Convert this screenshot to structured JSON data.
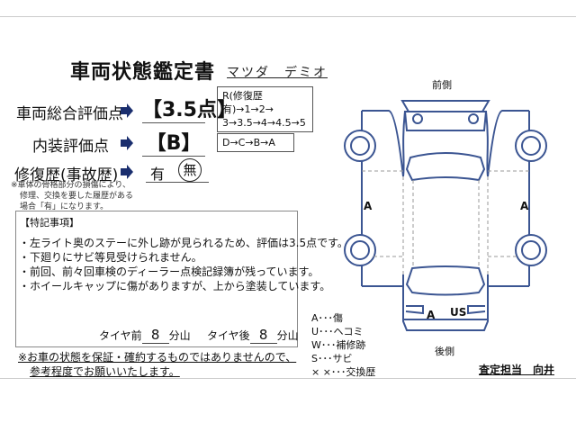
{
  "title": "車両状態鑑定書",
  "maker": "マツダ　デミオ",
  "overall": {
    "label": "車両総合評価点",
    "value": "【3.5点】",
    "scale_line1": "R(修復歴有)→1→2→",
    "scale_line2": "3→3.5→4→4.5→5"
  },
  "interior": {
    "label": "内装評価点",
    "value": "【B】",
    "scale": "D→C→B→A"
  },
  "repair": {
    "label": "修復歴(事故歴)",
    "yes": "有",
    "no": "無",
    "selected": "無",
    "note_lines": [
      "※車体の骨格部分の損傷により、",
      "修理、交換を要した履歴がある",
      "場合「有」になります。"
    ]
  },
  "remarks": {
    "heading": "【特記事項】",
    "items": [
      "・左ライト奥のステーに外し跡が見られるため、評価は3.5点です。",
      "・下廻りにサビ等見受けられません。",
      "・前回、前々回車検のディーラー点検記録簿が残っています。",
      "・ホイールキャップに傷がありますが、上から塗装しています。"
    ],
    "tire_front_label": "タイヤ前",
    "tire_front": "8",
    "tire_rear_label": "タイヤ後",
    "tire_rear": "8",
    "unit": "分山"
  },
  "disclaimer": [
    "※お車の状態を保証・確約するものではありませんので、",
    "参考程度でお願いいたします。"
  ],
  "diagram": {
    "front": "前側",
    "rear": "後側",
    "marks": {
      "left": "A",
      "right": "A",
      "rear_a": "A",
      "rear_us": "US"
    },
    "line_color": "#3b5592"
  },
  "legend": [
    "A･･･傷",
    "U･･･ヘコミ",
    "W･･･補修跡",
    "S･･･サビ",
    "× ×･･･交換歴"
  ],
  "inspector": "査定担当　向井"
}
